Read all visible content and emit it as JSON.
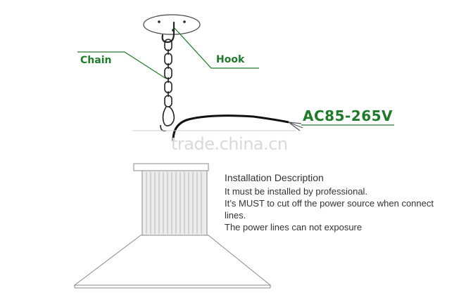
{
  "labels": {
    "chain": "Chain",
    "hook": "Hook",
    "voltage": "AC85-265V"
  },
  "watermark": "trade.china.cn",
  "description": {
    "title": "Installation Description",
    "line1": "It must be installed by professional.",
    "line2": "It’s MUST to cut off the power source when connect lines.",
    "line3": "The power lines can not exposure"
  },
  "colors": {
    "label_green": "#1f7a2a",
    "outline": "#8a8a8a",
    "fin_fill": "#ededed",
    "cable": "#111111"
  }
}
